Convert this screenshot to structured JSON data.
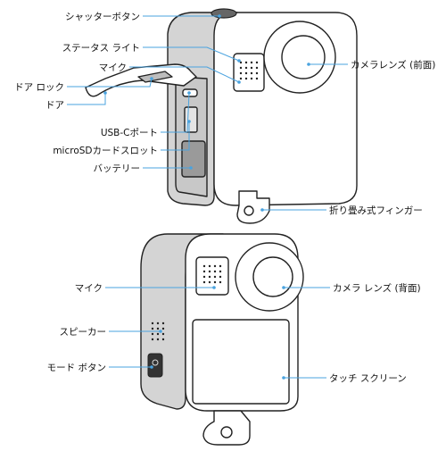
{
  "diagram": {
    "top_camera_labels": {
      "shutter": "シャッターボタン",
      "status_light": "ステータス ライト",
      "mic_top": "マイク",
      "door_lock": "ドア ロック",
      "door": "ドア",
      "usbc": "USB-Cポート",
      "microsd": "microSDカードスロット",
      "battery": "バッテリー",
      "front_lens": "カメラレンズ (前面)",
      "fingers": "折り畳み式フィンガー"
    },
    "bottom_camera_labels": {
      "mic_back": "マイク",
      "speaker": "スピーカー",
      "mode_button": "モード ボタン",
      "rear_lens": "カメラ レンズ (背面)",
      "touchscreen": "タッチ スクリーン"
    },
    "colors": {
      "leader": "#4aa3df",
      "outline": "#222222",
      "side_shade": "#d4d4d4"
    }
  }
}
